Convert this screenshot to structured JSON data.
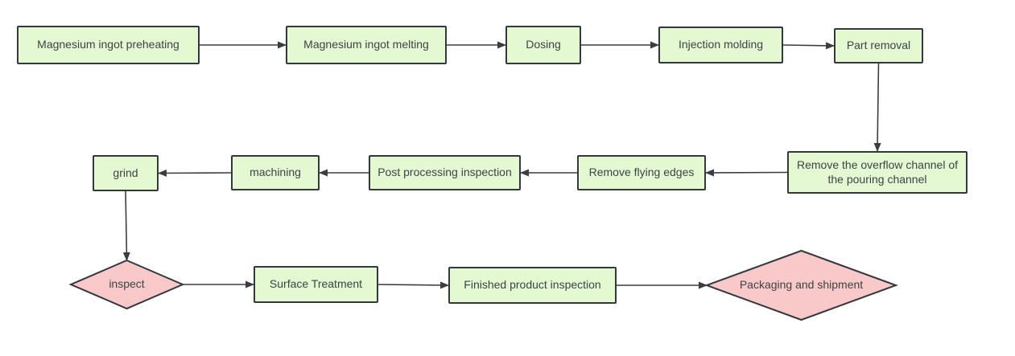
{
  "flowchart": {
    "type": "process-flow-diagram",
    "background": "#ffffff",
    "colors": {
      "process_fill": "#e4f9d2",
      "decision_fill": "#f9c9c9",
      "node_border": "#33383e",
      "arrow_color": "#3a3e41",
      "text_color": "#3d4247"
    },
    "nodes": {
      "preheating": {
        "label": "Magnesium ingot preheating",
        "shape": "process"
      },
      "melting": {
        "label": "Magnesium ingot melting",
        "shape": "process"
      },
      "dosing": {
        "label": "Dosing",
        "shape": "process"
      },
      "injection_molding": {
        "label": "Injection molding",
        "shape": "process"
      },
      "part_removal": {
        "label": "Part removal",
        "shape": "process"
      },
      "remove_overflow": {
        "label": "Remove the overflow channel of the pouring channel",
        "shape": "process"
      },
      "remove_flying_edges": {
        "label": "Remove flying edges",
        "shape": "process"
      },
      "post_processing_inspection": {
        "label": "Post processing inspection",
        "shape": "process"
      },
      "machining": {
        "label": "machining",
        "shape": "process"
      },
      "grind": {
        "label": "grind",
        "shape": "process"
      },
      "inspect": {
        "label": "inspect",
        "shape": "decision"
      },
      "surface_treatment": {
        "label": "Surface Treatment",
        "shape": "process"
      },
      "finished_product_inspection": {
        "label": "Finished product inspection",
        "shape": "process"
      },
      "packaging_shipment": {
        "label": "Packaging and shipment",
        "shape": "decision"
      }
    },
    "edges": [
      {
        "from": "preheating",
        "to": "melting"
      },
      {
        "from": "melting",
        "to": "dosing"
      },
      {
        "from": "dosing",
        "to": "injection_molding"
      },
      {
        "from": "injection_molding",
        "to": "part_removal"
      },
      {
        "from": "part_removal",
        "to": "remove_overflow"
      },
      {
        "from": "remove_overflow",
        "to": "remove_flying_edges"
      },
      {
        "from": "remove_flying_edges",
        "to": "post_processing_inspection"
      },
      {
        "from": "post_processing_inspection",
        "to": "machining"
      },
      {
        "from": "machining",
        "to": "grind"
      },
      {
        "from": "grind",
        "to": "inspect"
      },
      {
        "from": "inspect",
        "to": "surface_treatment"
      },
      {
        "from": "surface_treatment",
        "to": "finished_product_inspection"
      },
      {
        "from": "finished_product_inspection",
        "to": "packaging_shipment"
      }
    ]
  }
}
